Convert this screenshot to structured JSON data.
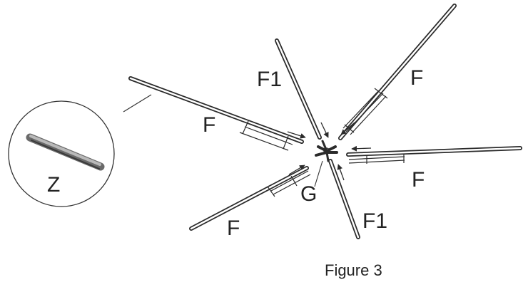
{
  "figure": {
    "caption": "Figure 3",
    "labels": {
      "z": "Z",
      "g": "G",
      "f_upper_left": "F",
      "f_upper_right": "F",
      "f_right": "F",
      "f_lower_left": "F",
      "f1_top": "F1",
      "f1_bottom": "F1"
    }
  }
}
